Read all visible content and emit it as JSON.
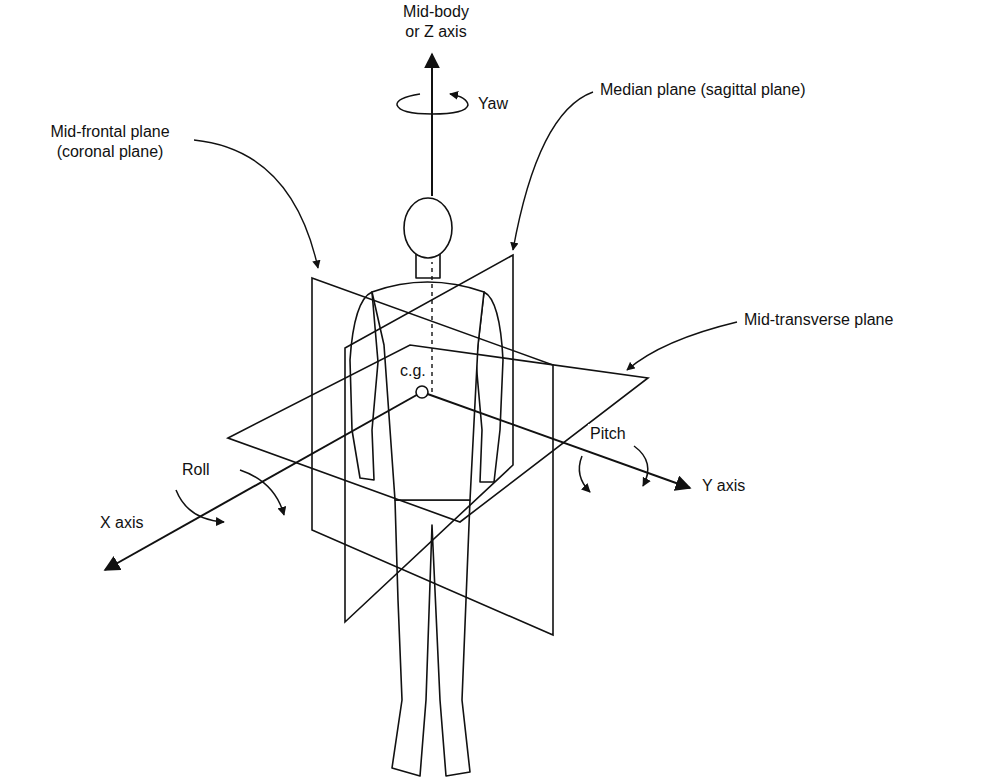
{
  "diagram": {
    "labels": [
      "Mid-body or Z axis",
      "Yaw",
      "Mid-frontal plane (coronal plane)",
      "Median plane (sagittal plane)",
      "Mid-transverse plane",
      "c.g.",
      "Pitch",
      "Y axis",
      "Roll",
      "X axis"
    ]
  }
}
